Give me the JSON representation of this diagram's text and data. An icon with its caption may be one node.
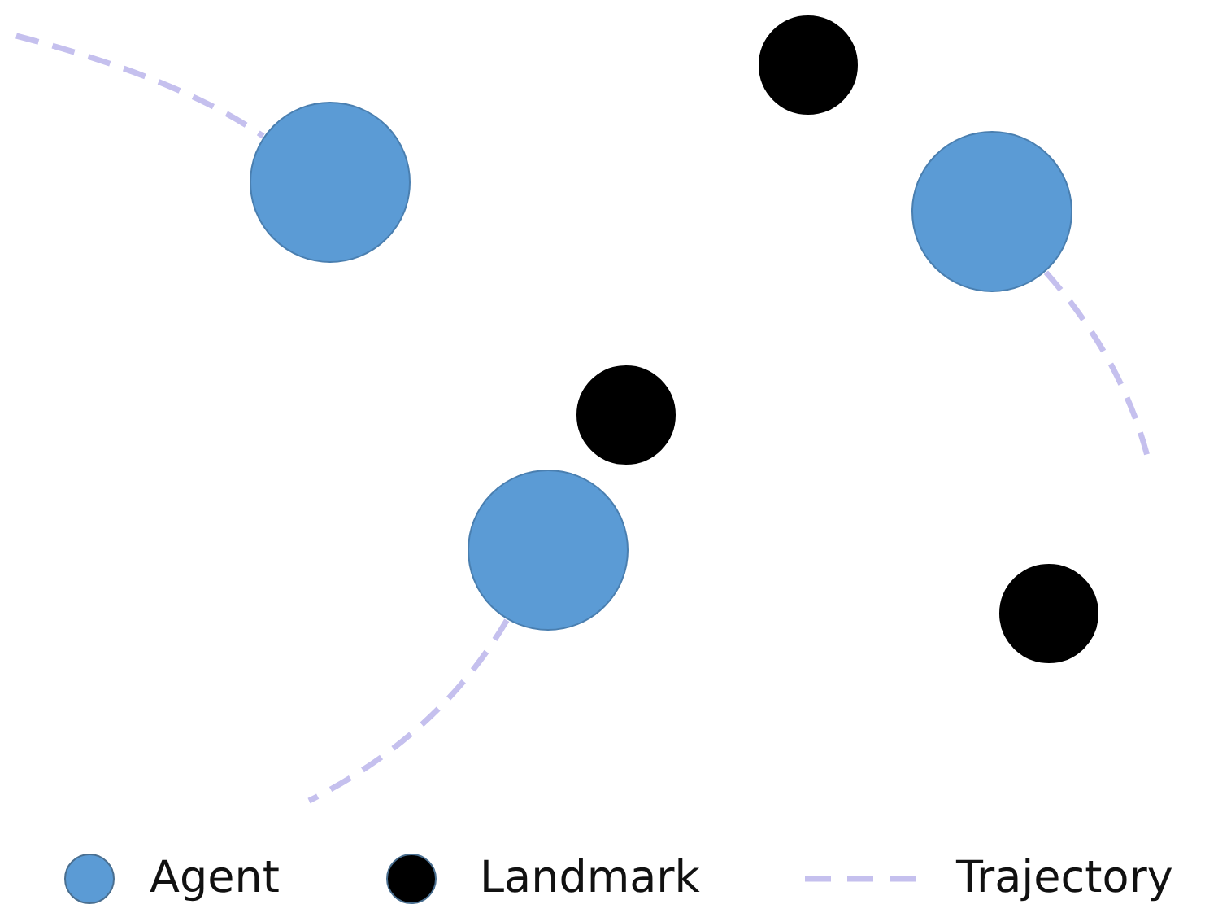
{
  "diagram": {
    "nodes": [
      {
        "text": [],
        "shape": "circle"
      },
      {
        "text": [],
        "shape": "circle"
      },
      {
        "text": [],
        "shape": "circle"
      },
      {
        "text": [],
        "shape": "circle"
      },
      {
        "text": [],
        "shape": "circle"
      },
      {
        "text": [],
        "shape": "circle"
      }
    ],
    "edges": [
      {
        "from": null,
        "to": 1,
        "arrow": "none",
        "style": "dashed"
      },
      {
        "from": 2,
        "to": null,
        "arrow": "none",
        "style": "dashed"
      },
      {
        "from": 4,
        "to": null,
        "arrow": "none",
        "style": "dashed"
      }
    ],
    "legend": [
      {
        "text": "Agent",
        "color": "#5b9bd5"
      },
      {
        "text": "Landmark",
        "color": "#000000"
      },
      {
        "text": "Trajectory"
      }
    ]
  }
}
